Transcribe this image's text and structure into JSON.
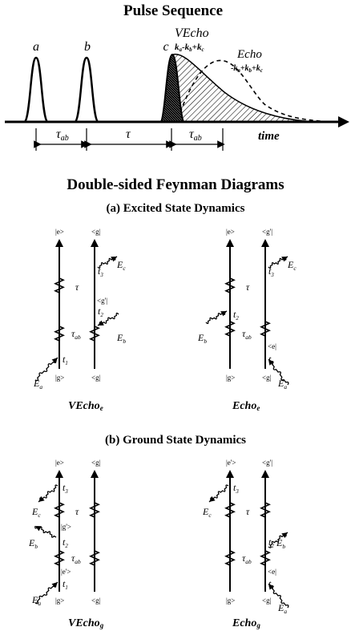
{
  "pulse": {
    "title": "Pulse Sequence",
    "pulse_a": "a",
    "pulse_b": "b",
    "pulse_c": "c",
    "vecho_label": "VEcho",
    "vecho_wavevector": "k",
    "vecho_wv_line": "ka-kb+kc",
    "echo_label": "Echo",
    "echo_wv_line": "-ka+kb+kc",
    "tau_ab_1": "τab",
    "tau": "τ",
    "tau_ab_2": "τab",
    "time_label": "time"
  },
  "feynman": {
    "title": "Double-sided Feynman Diagrams",
    "section_a": "(a) Excited State Dynamics",
    "section_b": "(b) Ground State Dynamics",
    "ket_e": "|e>",
    "ket_g": "|g>",
    "bra_g": "<g|",
    "bra_gp": "<g'|",
    "bra_gp_short": "<g'|",
    "bra_e": "<e|",
    "ket_gp": "|g'>",
    "ket_ep": "|e'>",
    "tau": "τ",
    "tau_ab": "τab",
    "t1": "t1",
    "t2": "t2",
    "t3": "t3",
    "Ea": "Ea",
    "Eb": "Eb",
    "Ec": "Ec",
    "caption_a_left": "VEcho",
    "caption_a_left_sub": "e",
    "caption_a_right": "Echo",
    "caption_a_right_sub": "e",
    "caption_b_left": "VEcho",
    "caption_b_left_sub": "g",
    "caption_b_right": "Echo",
    "caption_b_right_sub": "g"
  }
}
